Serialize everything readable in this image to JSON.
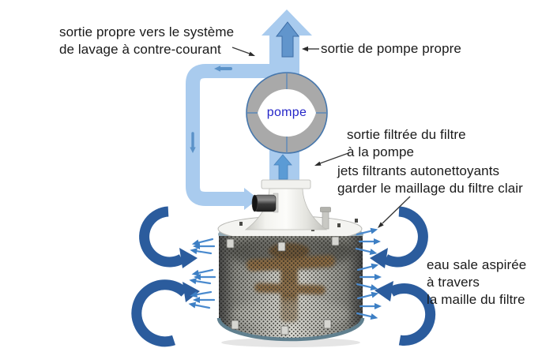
{
  "diagram": {
    "labels": {
      "backwash_outlet": "sortie propre vers le système\nde lavage à contre-courant",
      "pump_outlet": "sortie de pompe propre",
      "pump": "pompe",
      "filtered_outlet": "sortie filtrée du filtre\nà la pompe",
      "cleaning_jets": "jets filtrants autonettoyants\ngarder le maillage du filtre clair",
      "dirty_water_in": "eau sale aspirée\nà travers\nla maille du filtre"
    },
    "colors": {
      "pipe_light_blue": "#a9cbee",
      "flow_arrow_blue": "#5b9bd5",
      "swirl_dark_blue": "#2b5c9d",
      "jet_blue": "#3d7fc4",
      "pump_ring_gray": "#a9a9a9",
      "pump_label_blue": "#2526c8",
      "label_text": "#1a1a1a"
    }
  }
}
